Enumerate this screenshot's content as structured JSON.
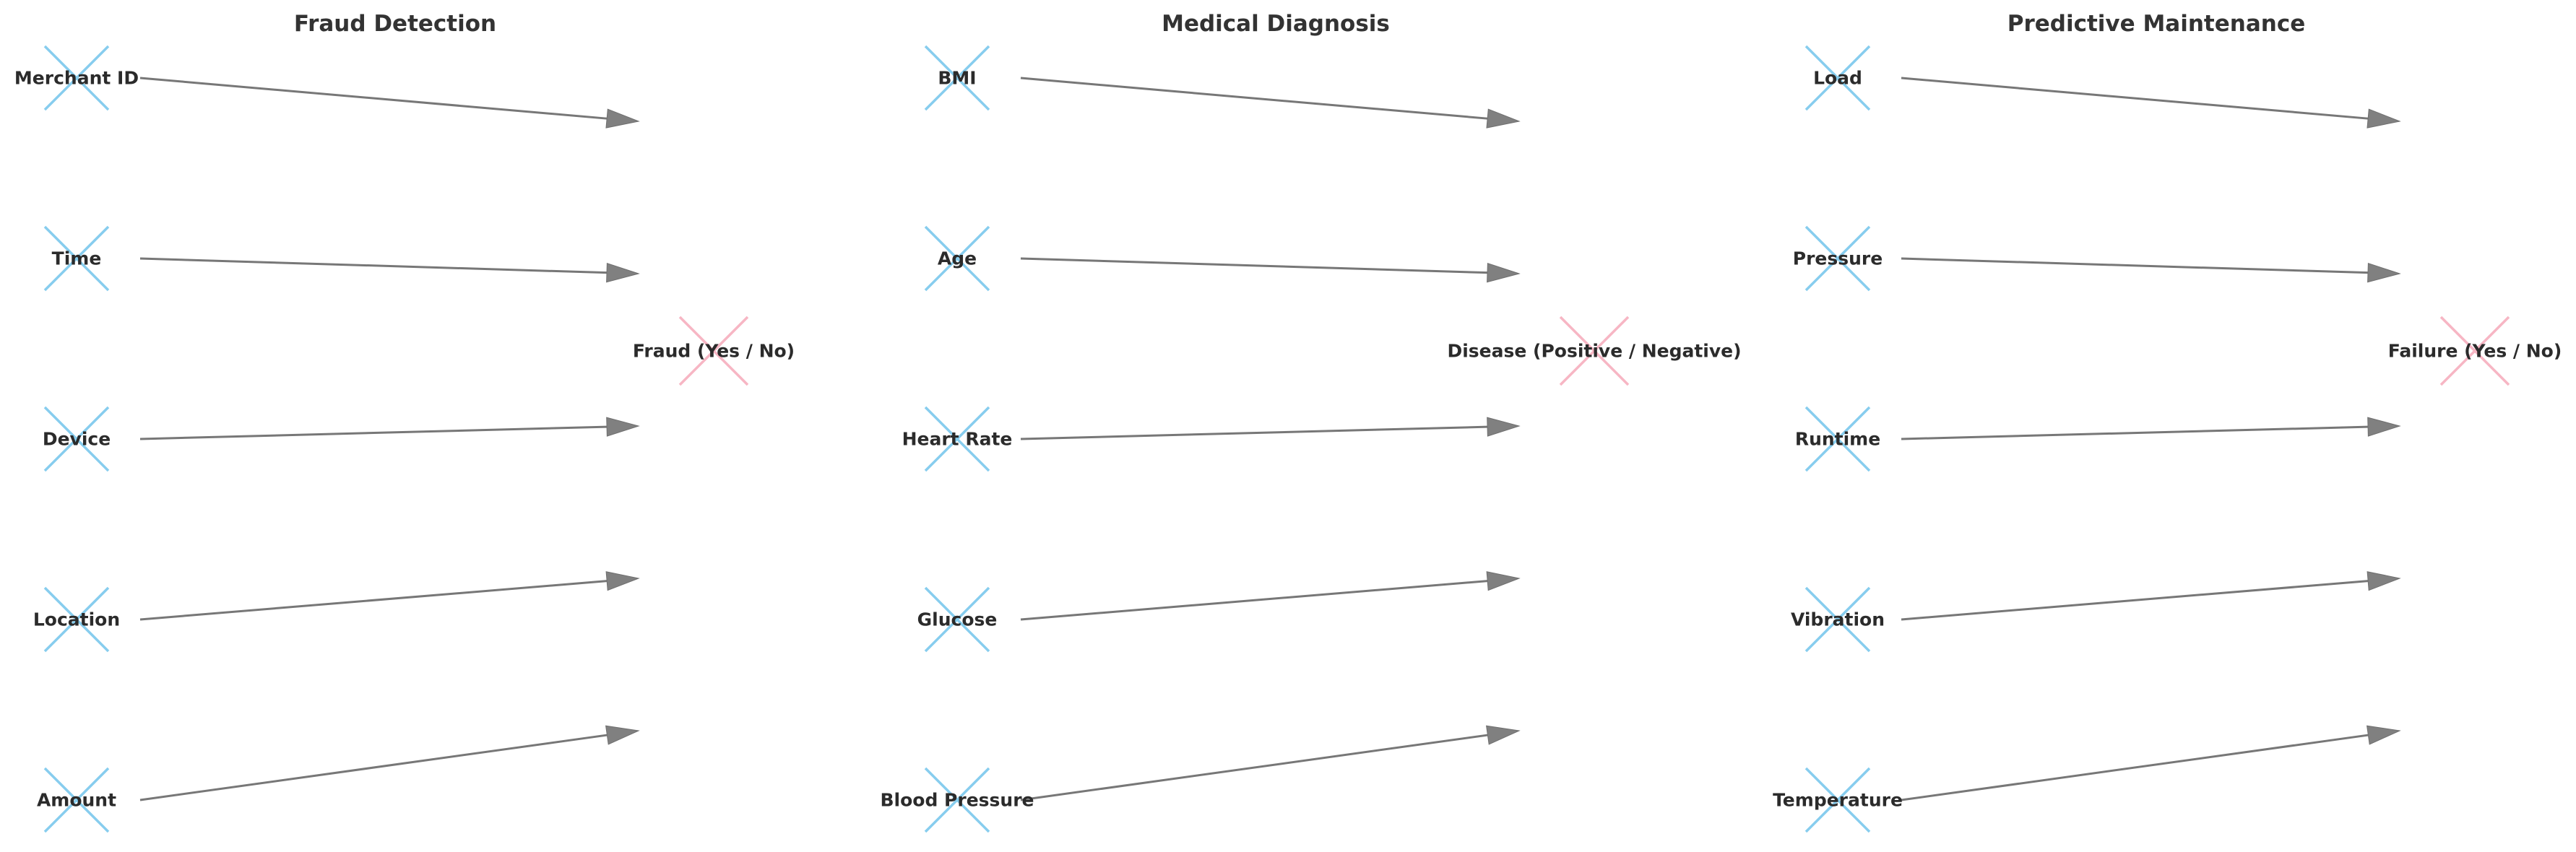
{
  "colors": {
    "input_marker": "#87cdee",
    "target_marker": "#f7b6c4",
    "edge": "#777777",
    "arrowhead": "#808080",
    "text": "#2b2b2b"
  },
  "panels": [
    {
      "title": "Fraud Detection",
      "inputs": [
        "Merchant ID",
        "Time",
        "Device",
        "Location",
        "Amount"
      ],
      "target": "Fraud (Yes / No)"
    },
    {
      "title": "Medical Diagnosis",
      "inputs": [
        "BMI",
        "Age",
        "Heart Rate",
        "Glucose",
        "Blood Pressure"
      ],
      "target": "Disease (Positive / Negative)"
    },
    {
      "title": "Predictive Maintenance",
      "inputs": [
        "Load",
        "Pressure",
        "Runtime",
        "Vibration",
        "Temperature"
      ],
      "target": "Failure (Yes / No)"
    }
  ]
}
